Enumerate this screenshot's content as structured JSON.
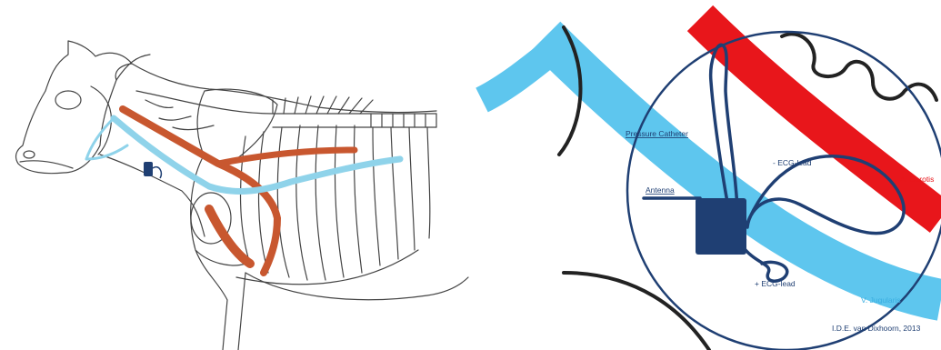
{
  "left_figure": {
    "colors": {
      "artery": "#c8572f",
      "vein": "#8fd3ea",
      "outline": "#444444",
      "device": "#1f3f73"
    }
  },
  "right_figure": {
    "labels": {
      "pressure_catheter": "Pressure Catheter",
      "ecg_lead_negative": "- ECG-lead",
      "artery": "A. Carotis",
      "antenna": "Antenna",
      "ecg_lead_positive": "+ ECG-lead",
      "vein": "V. Jugularis",
      "credit": "I.D.E. van Dixhoorn, 2013"
    },
    "colors": {
      "artery": "#e8161b",
      "vein": "#5ec6ee",
      "circle": "#1f3f73",
      "device": "#1f3f73",
      "text_blue": "#1f3f73",
      "text_red": "#e8161b",
      "text_cyan": "#3aaee0"
    }
  }
}
